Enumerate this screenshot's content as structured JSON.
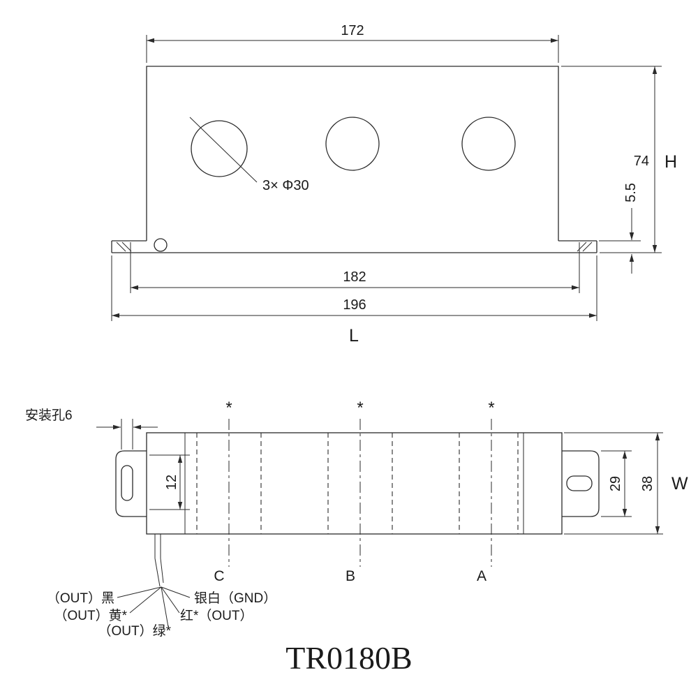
{
  "drawing_title": "TR0180B",
  "front_view": {
    "dim_top_width": "172",
    "dim_height": "74",
    "height_symbol": "H",
    "dim_base_thickness": "5.5",
    "hole_callout": "3× Φ30",
    "dim_inner_width": "182",
    "dim_outer_width": "196",
    "length_symbol": "L"
  },
  "top_view": {
    "mounting_hole_label": "安装孔6",
    "dim_inner_step": "12",
    "dim_tab_height": "29",
    "dim_body_width": "38",
    "width_symbol": "W",
    "asterisks": [
      "*",
      "*",
      "*"
    ],
    "section_labels": [
      "C",
      "B",
      "A"
    ],
    "wires": {
      "black": "（OUT）黑",
      "yellow": "（OUT）黄*",
      "green": "（OUT）绿*",
      "silver_white": "银白（GND）",
      "red": "红*（OUT）"
    }
  }
}
